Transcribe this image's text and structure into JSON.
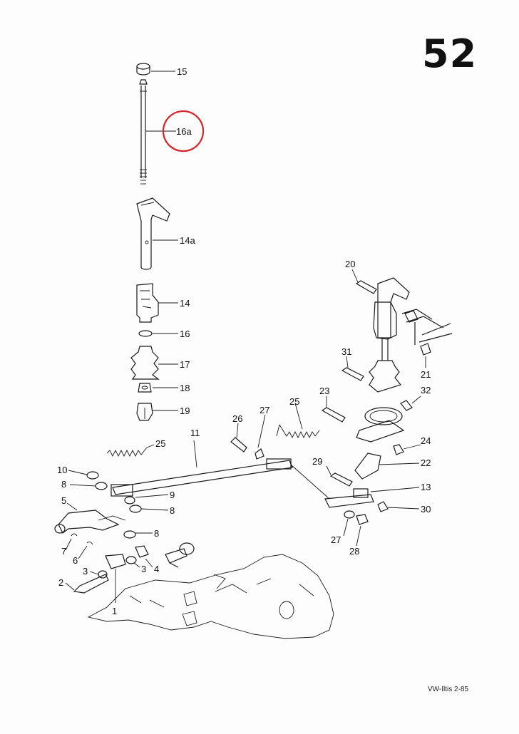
{
  "page_number": "52",
  "footer_ref": "VW-Iltis 2-85",
  "highlight_color": "#d8242b",
  "highlighted_part": "16a",
  "callouts": [
    "15",
    "16a",
    "14a",
    "14",
    "16",
    "17",
    "18",
    "19",
    "20",
    "21",
    "31",
    "32",
    "23",
    "25",
    "27",
    "26",
    "11",
    "25",
    "24",
    "22",
    "29",
    "10",
    "8",
    "9",
    "8",
    "5",
    "13",
    "30",
    "8",
    "7",
    "6",
    "27",
    "28",
    "3",
    "4",
    "3",
    "2",
    "1"
  ]
}
